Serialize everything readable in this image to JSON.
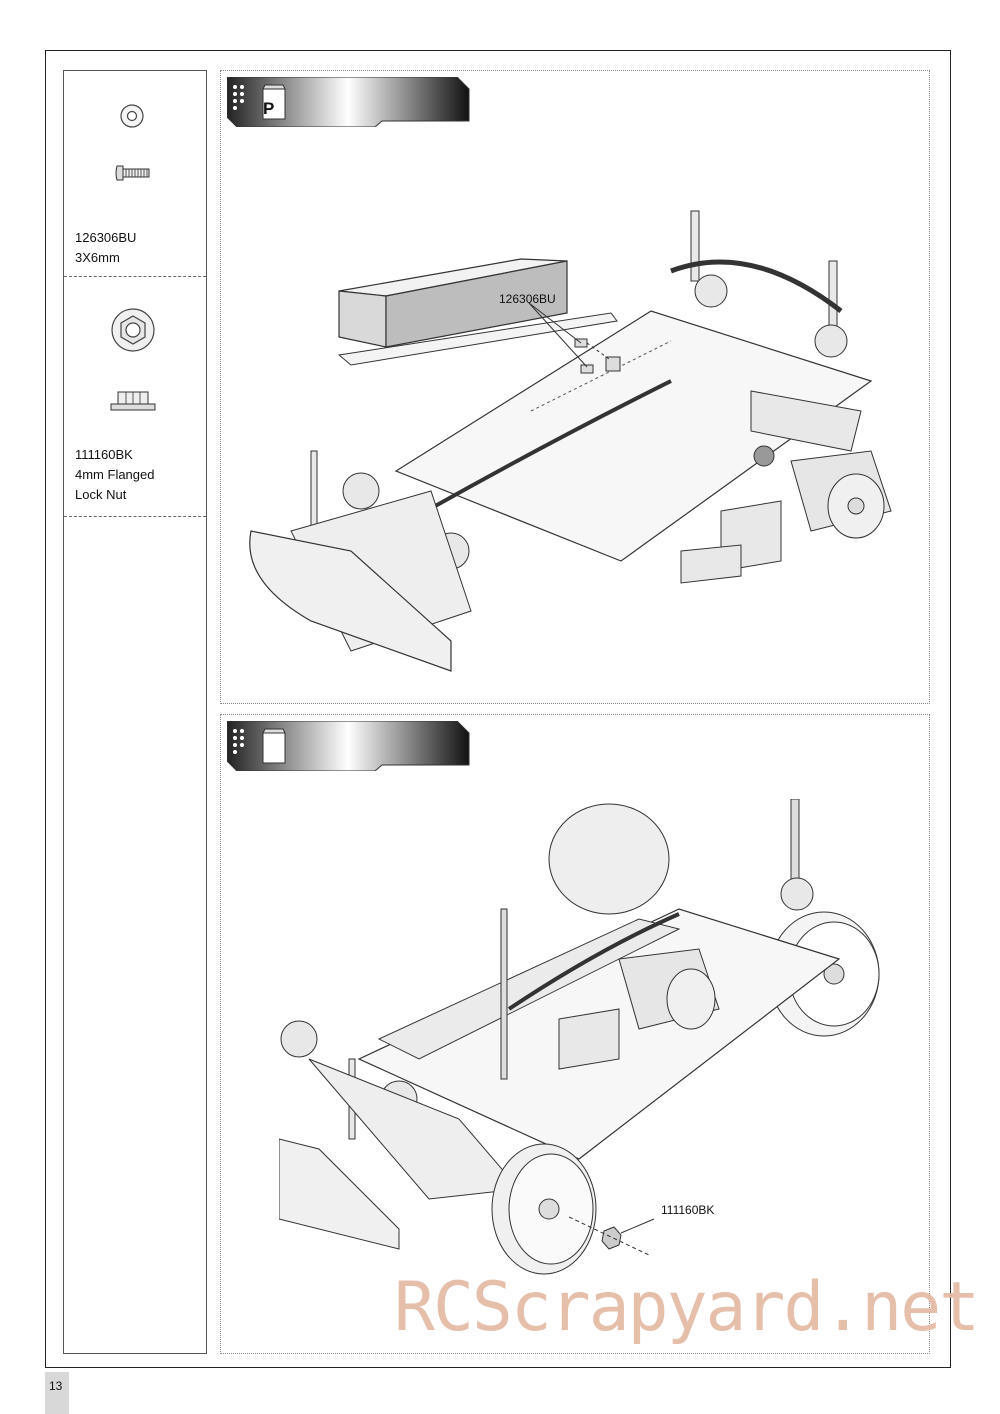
{
  "parts": [
    {
      "code": "126306BU",
      "desc": "3X6mm"
    },
    {
      "code": "111160BK",
      "desc_line1": "4mm Flanged",
      "desc_line2": "Lock Nut"
    }
  ],
  "steps": [
    {
      "badge_letter": "P",
      "callouts": [
        "126306BU"
      ]
    },
    {
      "badge_letter": "",
      "callouts": [
        "111160BK"
      ]
    }
  ],
  "page_number": "13",
  "watermark": "RCScrapyard.net"
}
